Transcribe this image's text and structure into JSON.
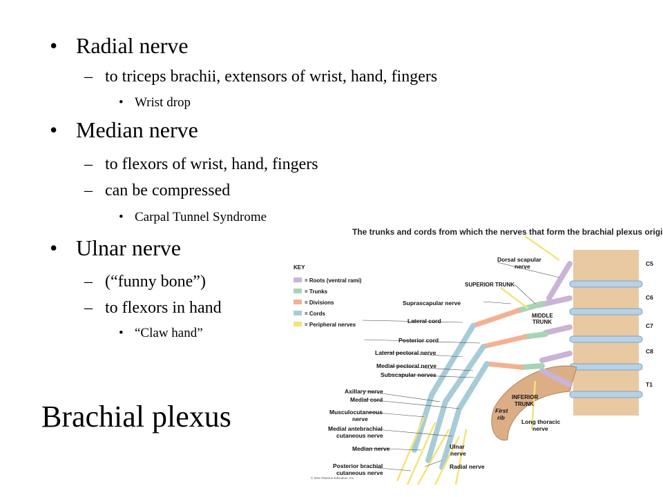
{
  "slide": {
    "title": "Brachial plexus",
    "bullet_symbol": "•",
    "dash_symbol": "–",
    "items": [
      {
        "text": "Radial nerve",
        "subitems": [
          {
            "text": "to triceps brachii, extensors of wrist, hand, fingers",
            "subitems": [
              {
                "text": "Wrist drop"
              }
            ]
          }
        ]
      },
      {
        "text": "Median nerve",
        "subitems": [
          {
            "text": "to flexors of wrist, hand, fingers"
          },
          {
            "text": "can be compressed",
            "subitems": [
              {
                "text": "Carpal Tunnel Syndrome"
              }
            ]
          }
        ]
      },
      {
        "text": "Ulnar nerve",
        "subitems": [
          {
            "text": "(“funny bone”)"
          },
          {
            "text": "to flexors in hand",
            "subitems": [
              {
                "text": "“Claw hand”"
              }
            ]
          }
        ]
      }
    ]
  },
  "figure": {
    "title": "The trunks and cords from which the nerves that form the brachial plexus originate",
    "key": {
      "heading": "KEY",
      "entries": [
        {
          "label": "= Roots (ventral rami)",
          "color": "#c9b3d6"
        },
        {
          "label": "= Trunks",
          "color": "#a9d3b5"
        },
        {
          "label": "= Divisions",
          "color": "#f3b192"
        },
        {
          "label": "= Cords",
          "color": "#a8ccd6"
        },
        {
          "label": "= Peripheral nerves",
          "color": "#f3e37a"
        }
      ]
    },
    "labels_left": {
      "lateral_cord": "Lateral cord",
      "posterior_cord": "Posterior cord",
      "lateral_pectoral": "Lateral pectoral nerve",
      "medial_pectoral": "Medial pectoral nerve",
      "subscapular": "Subscapular nerves",
      "axillary": "Axillary nerve",
      "medial_cord": "Medial cord",
      "musculocutaneous_1": "Musculocutaneous",
      "musculocutaneous_2": "nerve",
      "medial_antebrachial_1": "Medial antebrachial",
      "medial_antebrachial_2": "cutaneous nerve",
      "median": "Median nerve",
      "posterior_brachial_1": "Posterior brachial",
      "posterior_brachial_2": "cutaneous nerve"
    },
    "labels_top": {
      "dorsal_scapular_1": "Dorsal scapular",
      "dorsal_scapular_2": "nerve",
      "superior_trunk": "SUPERIOR TRUNK",
      "suprascapular": "Suprascapular nerve"
    },
    "labels_right": {
      "middle_trunk_1": "MIDDLE",
      "middle_trunk_2": "TRUNK",
      "inferior_trunk_1": "INFERIOR",
      "inferior_trunk_2": "TRUNK",
      "first_rib_1": "First",
      "first_rib_2": "rib",
      "long_thoracic_1": "Long thoracic",
      "long_thoracic_2": "nerve",
      "ulnar_1": "Ulnar",
      "ulnar_2": "nerve",
      "radial": "Radial nerve"
    },
    "spine_labels": [
      "C5",
      "C6",
      "C7",
      "C8",
      "T1"
    ],
    "copyright": "© 2011 Pearson Education, Inc."
  }
}
